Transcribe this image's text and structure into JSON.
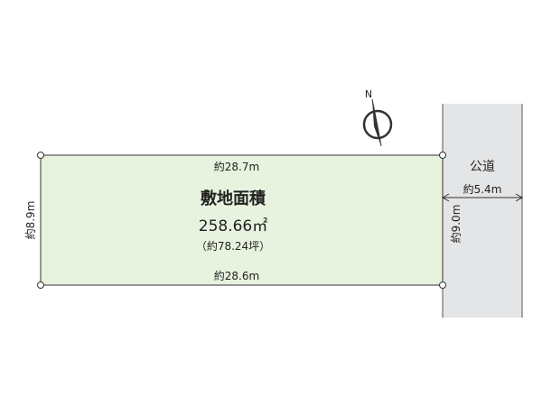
{
  "plot": {
    "title": "敷地面積",
    "area": "258.66㎡",
    "area_tsubo": "（約78.24坪）",
    "top_length": "約28.7m",
    "bottom_length": "約28.6m",
    "left_length": "約8.9m",
    "right_length": "約9.0m"
  },
  "road": {
    "label": "公道",
    "width": "約5.4m"
  },
  "compass": {
    "north_label": "N"
  },
  "colors": {
    "plot_fill": "#e8f3df",
    "road_fill": "#e4e5e6",
    "line": "#333333"
  }
}
